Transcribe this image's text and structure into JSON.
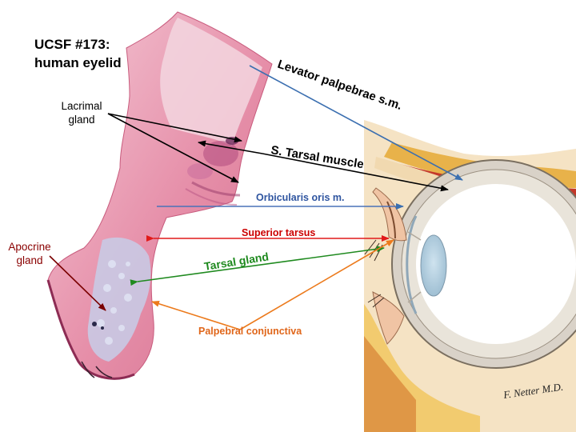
{
  "title": {
    "line1": "UCSF #173:",
    "line2": "human eyelid"
  },
  "labels": {
    "lacrimal_line1": "Lacrimal",
    "lacrimal_line2": "gland",
    "apocrine_line1": "Apocrine",
    "apocrine_line2": "gland",
    "levator": "Levator palpebrae s.m.",
    "tarsal_muscle": "S. Tarsal muscle",
    "orbicularis": "Orbicularis oris m.",
    "superior_tarsus": "Superior tarsus",
    "tarsal_gland": "Tarsal gland",
    "palpebral": "Palpebral conjunctiva"
  },
  "signature": "F. Netter M.D.",
  "colors": {
    "levator_arrow": "#3b6fb0",
    "tarsal_muscle_arrow": "#000000",
    "lacrimal_arrow": "#000000",
    "orbicularis_arrow": "#4a72b8",
    "superior_tarsus_arrow": "#e11a1a",
    "tarsal_gland_arrow": "#1f8a1f",
    "palpebral_arrow": "#ec7a1c",
    "apocrine_arrow": "#7a0000",
    "palpebral_text": "#e0661a",
    "superior_tarsus_text": "#cc0000",
    "tarsal_gland_text": "#1f8a1f",
    "orbicularis_text": "#2f55a0",
    "apocrine_text": "#8a0000"
  }
}
